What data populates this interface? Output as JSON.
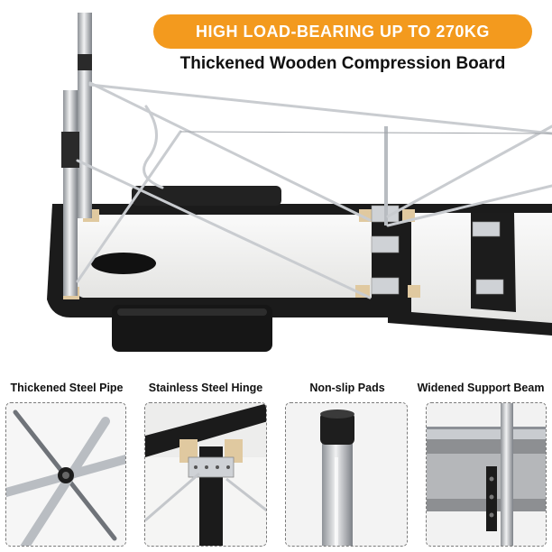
{
  "colors": {
    "banner_bg": "#f39a1e",
    "board_white": "#f2f2f0",
    "frame_black": "#1b1b1b",
    "steel": "#c9ccd0"
  },
  "header": {
    "banner": "HIGH LOAD-BEARING UP TO 270KG",
    "subtitle": "Thickened Wooden Compression Board"
  },
  "features": [
    {
      "label": "Thickened Steel Pipe"
    },
    {
      "label": "Stainless Steel Hinge"
    },
    {
      "label": "Non-slip Pads"
    },
    {
      "label": "Widened Support Beam"
    }
  ]
}
